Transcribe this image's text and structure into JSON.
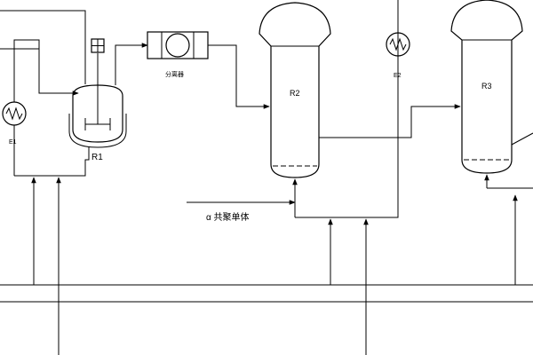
{
  "labels": {
    "e1": "E1",
    "r1": "R1",
    "separator": "分离器",
    "r2": "R2",
    "e2": "E2",
    "r3": "R3",
    "comonomer": "α 共聚单体"
  }
}
